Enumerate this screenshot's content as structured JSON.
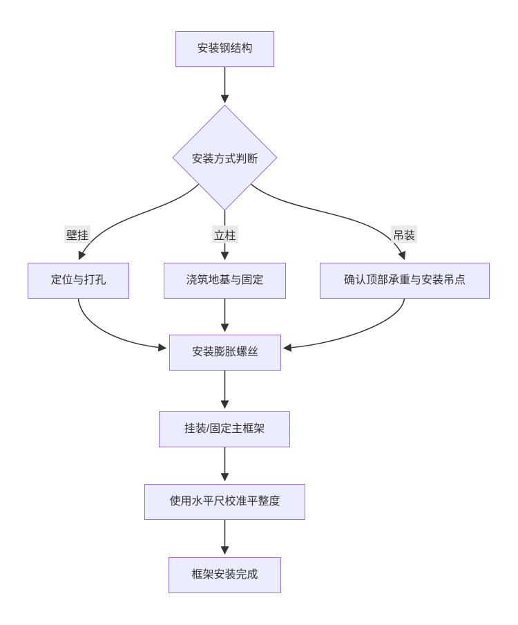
{
  "diagram": {
    "type": "flowchart",
    "direction": "top-down",
    "nodes": {
      "start": {
        "label": "安装钢结构",
        "shape": "rect"
      },
      "decision": {
        "label": "安装方式判断",
        "shape": "diamond"
      },
      "wall": {
        "label": "定位与打孔",
        "shape": "rect"
      },
      "column": {
        "label": "浇筑地基与固定",
        "shape": "rect"
      },
      "hoist": {
        "label": "确认顶部承重与安装吊点",
        "shape": "rect"
      },
      "anchor": {
        "label": "安装膨胀螺丝",
        "shape": "rect"
      },
      "frame": {
        "label": "挂装/固定主框架",
        "shape": "rect"
      },
      "level": {
        "label": "使用水平尺校准平整度",
        "shape": "rect"
      },
      "done": {
        "label": "框架安装完成",
        "shape": "rect"
      }
    },
    "edges": [
      {
        "from": "start",
        "to": "decision",
        "label": ""
      },
      {
        "from": "decision",
        "to": "wall",
        "label": "壁挂"
      },
      {
        "from": "decision",
        "to": "column",
        "label": "立柱"
      },
      {
        "from": "decision",
        "to": "hoist",
        "label": "吊装"
      },
      {
        "from": "wall",
        "to": "anchor",
        "label": ""
      },
      {
        "from": "column",
        "to": "anchor",
        "label": ""
      },
      {
        "from": "hoist",
        "to": "anchor",
        "label": ""
      },
      {
        "from": "anchor",
        "to": "frame",
        "label": ""
      },
      {
        "from": "frame",
        "to": "level",
        "label": ""
      },
      {
        "from": "level",
        "to": "done",
        "label": ""
      }
    ],
    "colors": {
      "node_fill": "#ECECFF",
      "node_border": "#9370DB",
      "edge_line": "#333333",
      "text": "#333333",
      "edge_label_bg": "#E8E8E8",
      "background": "#FFFFFF"
    }
  }
}
